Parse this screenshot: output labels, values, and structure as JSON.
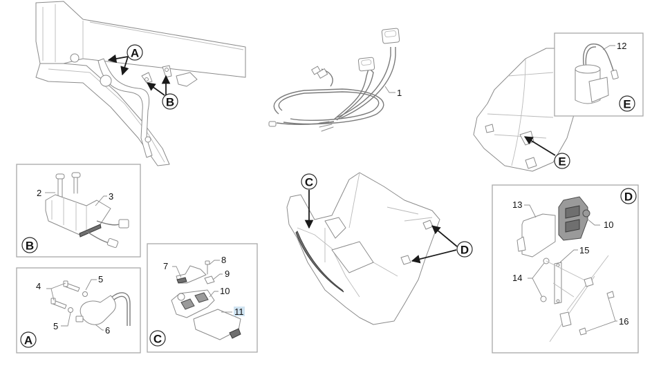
{
  "diagram": {
    "type": "exploded-parts-diagram",
    "colors": {
      "line": "#8a8a8a",
      "arrow": "#1a1a1a",
      "highlight": "#cfe3f1"
    },
    "callouts": {
      "A": "A",
      "B": "B",
      "C": "C",
      "D": "D",
      "E": "E"
    },
    "panels": {
      "frame_view": {
        "callouts": [
          "A",
          "B"
        ]
      },
      "harness_view": {
        "parts": [
          "1"
        ]
      },
      "fender_view": {
        "callouts": [
          "E"
        ],
        "inset_parts": [
          "12"
        ],
        "inset_label": "E"
      },
      "detail_B": {
        "label": "B",
        "parts": [
          "2",
          "3"
        ]
      },
      "detail_A": {
        "label": "A",
        "parts": [
          "4",
          "5",
          "5",
          "6"
        ]
      },
      "detail_C": {
        "label": "C",
        "parts": [
          "7",
          "8",
          "9",
          "10",
          "11"
        ],
        "highlighted_part": "11"
      },
      "bracket_view": {
        "callouts": [
          "C",
          "D"
        ]
      },
      "detail_D": {
        "label": "D",
        "parts": [
          "13",
          "10",
          "14",
          "15",
          "16"
        ]
      }
    },
    "part_numbers": {
      "p1": "1",
      "p2": "2",
      "p3": "3",
      "p4": "4",
      "p5a": "5",
      "p5b": "5",
      "p6": "6",
      "p7": "7",
      "p8": "8",
      "p9": "9",
      "p10c": "10",
      "p11": "11",
      "p12": "12",
      "p13": "13",
      "p10d": "10",
      "p14": "14",
      "p15": "15",
      "p16": "16"
    }
  }
}
